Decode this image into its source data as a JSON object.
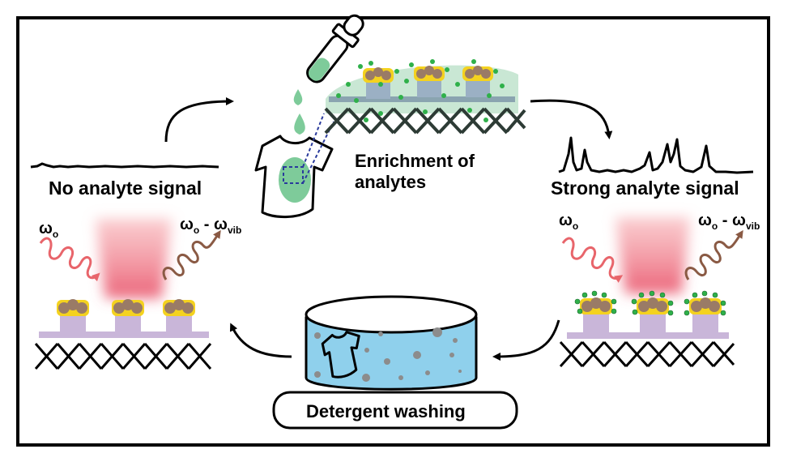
{
  "labels": {
    "no_signal": "No analyte signal",
    "enrichment_line1": "Enrichment of",
    "enrichment_line2": "analytes",
    "strong_signal": "Strong analyte signal",
    "washing": "Detergent washing"
  },
  "symbols": {
    "omega": "ω",
    "sub_o": "o",
    "minus": " - ",
    "sub_vib": "vib"
  },
  "colors": {
    "frame": "#000000",
    "laser_red": "#e8656b",
    "scatter_brown": "#8a5a44",
    "pillar": "#c9b6d9",
    "gold": "#f4d21f",
    "nanoparticle": "#9a7b66",
    "analyte_green": "#2fb04a",
    "enrichment_gel": "#bfe3cc",
    "water": "#8fd0ec",
    "dropper_green": "#7ecb9a",
    "lattice": "#2d3b35"
  }
}
